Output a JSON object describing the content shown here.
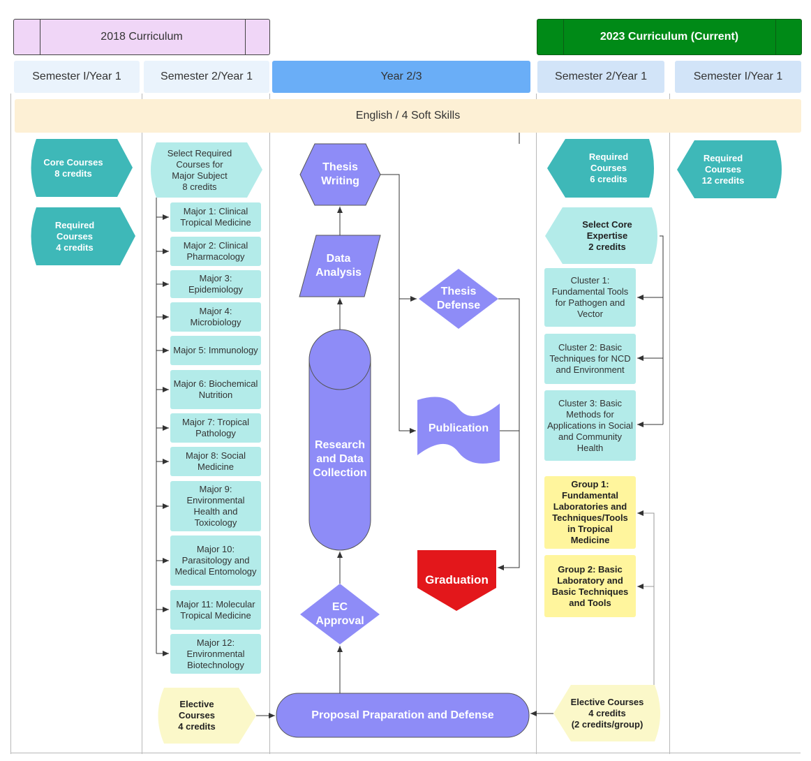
{
  "curricula": {
    "old": "2018 Curriculum",
    "current": "2023 Curriculum (Current)"
  },
  "lanes": {
    "l1": "Semester I/Year 1",
    "l2": "Semester 2/Year 1",
    "l3": "Year 2/3",
    "l4": "Semester 2/Year 1",
    "l5": "Semester I/Year 1"
  },
  "soft_skills": "English / 4 Soft Skills",
  "old_curriculum": {
    "core_courses": "Core Courses\n8 credits",
    "required_courses": "Required\nCourses\n4 credits",
    "select_required": "Select Required\nCourses for\nMajor Subject\n8 credits",
    "majors": [
      "Major 1: Clinical Tropical Medicine",
      "Major 2: Clinical Pharmacology",
      "Major 3: Epidemiology",
      "Major 4: Microbiology",
      "Major 5: Immunology",
      "Major 6: Biochemical Nutrition",
      "Major 7: Tropical Pathology",
      "Major 8: Social Medicine",
      "Major 9: Environmental Health and Toxicology",
      "Major 10: Parasitology and Medical Entomology",
      "Major 11: Molecular Tropical Medicine",
      "Major 12: Environmental Biotechnology"
    ],
    "elective": "Elective\nCourses\n4 credits"
  },
  "research_flow": {
    "thesis_writing": "Thesis\nWriting",
    "data_analysis": "Data\nAnalysis",
    "research": "Research\nand Data\nCollection",
    "ec_approval": "EC\nApproval",
    "proposal": "Proposal Praparation and Defense",
    "thesis_defense": "Thesis\nDefense",
    "publication": "Publication",
    "graduation": "Graduation"
  },
  "current_curriculum": {
    "required_6": "Required\nCourses\n6 credits",
    "required_12": "Required\nCourses\n12 credits",
    "select_core": "Select Core\nExpertise\n2 credits",
    "clusters": [
      "Cluster 1: Fundamental Tools for Pathogen and Vector",
      "Cluster 2: Basic Techniques for NCD and Environment",
      "Cluster 3: Basic Methods for Applications in Social and Community Health"
    ],
    "groups": [
      "Group 1: Fundamental Laboratories and Techniques/Tools in Tropical Medicine",
      "Group 2: Basic Laboratory and Basic Techniques and Tools"
    ],
    "elective": "Elective Courses\n4 credits\n(2 credits/group)"
  },
  "colors": {
    "old_banner": "#f0d6f7",
    "current_banner": "#008a17",
    "lane_pale": "#eaf3fc",
    "lane_current": "#d2e4f8",
    "lane_mid": "#6aaef7",
    "soft_skills": "#fdf0d5",
    "teal_dark": "#3eb8b8",
    "teal_light": "#b3ebe9",
    "yellow": "#fff59d",
    "yellow_pale": "#fbf8c9",
    "purple": "#8e8cf7",
    "red": "#e3171b"
  }
}
